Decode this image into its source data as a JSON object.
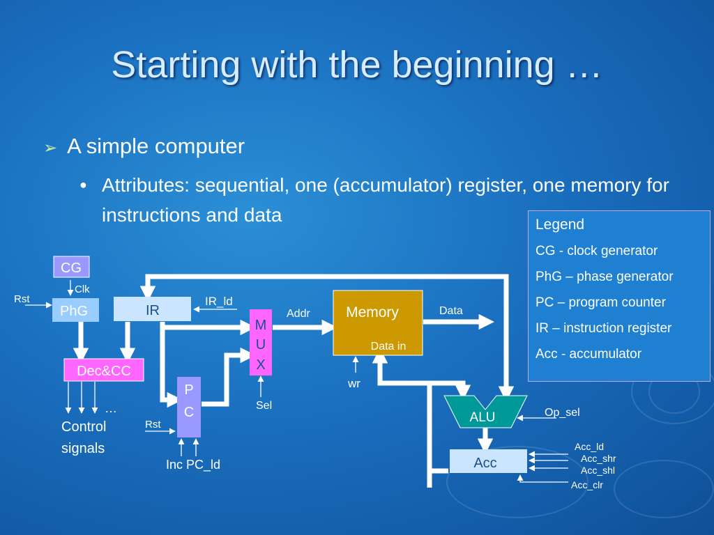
{
  "slide": {
    "title": "Starting with the beginning …",
    "bullet1": "A simple computer",
    "bullet2": "Attributes: sequential, one (accumulator) register, one memory for instructions and data"
  },
  "legend": {
    "title": "Legend",
    "items": [
      "CG - clock generator",
      "PhG – phase generator",
      "PC – program counter",
      "IR – instruction register",
      "Acc - accumulator"
    ]
  },
  "diagram": {
    "blocks": {
      "cg": "CG",
      "phg": "PhG",
      "ir": "IR",
      "dec": "Dec&CC",
      "mux": [
        "M",
        "U",
        "X"
      ],
      "pc": [
        "P",
        "C"
      ],
      "memory": "Memory",
      "data_in": "Data in",
      "alu": "ALU",
      "acc": "Acc"
    },
    "labels": {
      "clk": "Clk",
      "rst_phg": "Rst",
      "rst_pc": "Rst",
      "ir_ld": "IR_ld",
      "addr": "Addr",
      "data": "Data",
      "wr": "wr",
      "sel": "Sel",
      "dots": "…",
      "control": "Control",
      "signals": "signals",
      "inc_pcld": "Inc PC_ld",
      "op_sel": "Op_sel",
      "acc_ld": "Acc_ld",
      "acc_shr": "Acc_shr",
      "acc_shl": "Acc_shl",
      "acc_clr": "Acc_clr"
    }
  },
  "colors": {
    "cg": "#9999ff",
    "phg": "#99ccff",
    "ir": "#cce5ff",
    "dec": "#ff66ff",
    "mux": "#ff66ff",
    "pc": "#9999ff",
    "memory": "#cc9900",
    "alu": "#009999",
    "acc": "#cce5ff"
  }
}
